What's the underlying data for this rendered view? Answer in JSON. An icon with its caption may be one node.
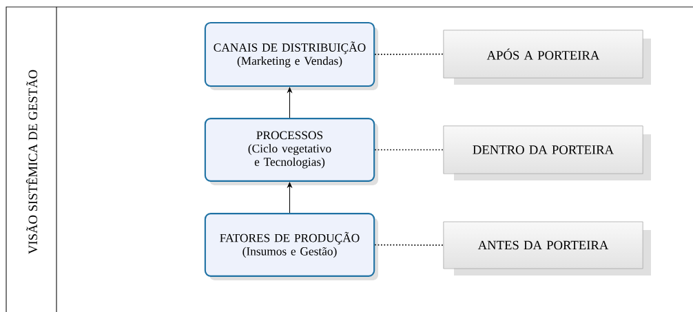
{
  "diagram": {
    "nodes": [
      {
        "text": [
          "CANAIS DE DISTRIBUIÇÃO",
          "(Marketing e Vendas)"
        ]
      },
      {
        "text": [
          "PROCESSOS",
          "(Ciclo vegetativo e Tecnologias)"
        ]
      },
      {
        "text": [
          "FATORES DE PRODUÇÃO",
          "(Insumos e Gestão)"
        ]
      },
      {
        "text": [
          "APÓS A PORTEIRA"
        ]
      },
      {
        "text": [
          "DENTRO DA PORTEIRA"
        ]
      },
      {
        "text": [
          "ANTES DA PORTEIRA"
        ]
      }
    ],
    "edges": [
      {
        "from": 2,
        "to": 1,
        "arrow": "to"
      },
      {
        "from": 1,
        "to": 0,
        "arrow": "to"
      },
      {
        "from": 0,
        "to": 3,
        "arrow": "none",
        "style": "dashed"
      },
      {
        "from": 1,
        "to": 4,
        "arrow": "none",
        "style": "dashed"
      },
      {
        "from": 2,
        "to": 5,
        "arrow": "none",
        "style": "dashed"
      }
    ],
    "labels": [
      "VISÃO SISTÊMICA DE GESTÃO"
    ]
  }
}
